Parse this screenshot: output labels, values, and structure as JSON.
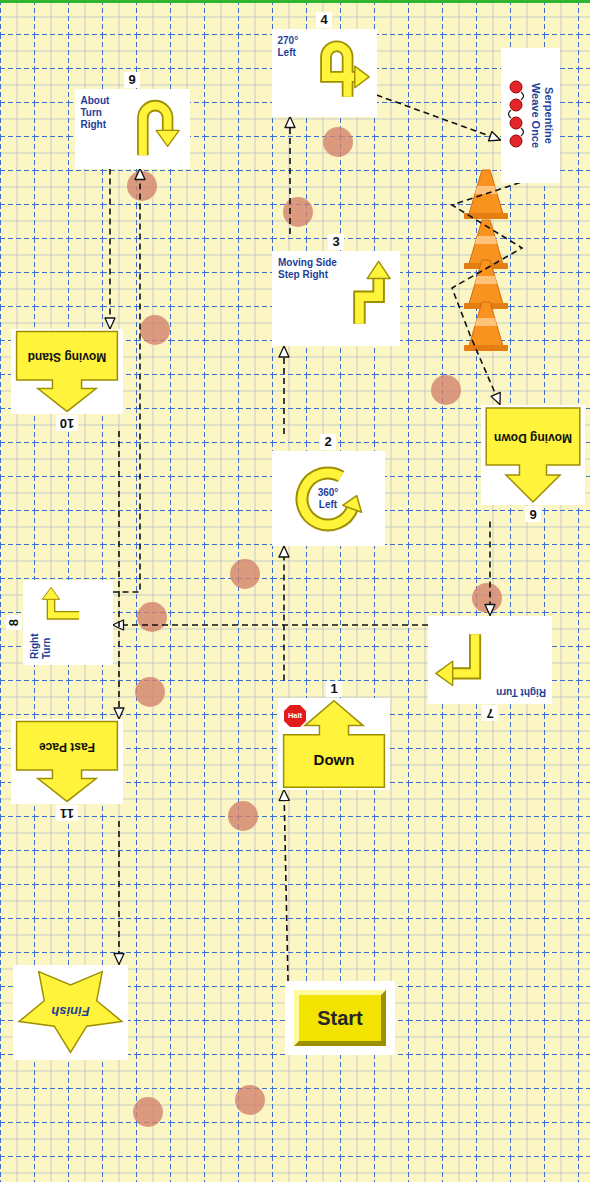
{
  "diagram": {
    "nodes": [
      {
        "text": [
          "Start"
        ]
      },
      {
        "text": [
          "1",
          "Down"
        ]
      },
      {
        "text": [
          "Halt"
        ],
        "in": 1
      },
      {
        "text": [
          "2",
          "360° Left"
        ]
      },
      {
        "text": [
          "3",
          "Moving Side Step Right"
        ]
      },
      {
        "text": [
          "4",
          "270° Left"
        ]
      },
      {
        "text": [
          "Serpentine Weave Once"
        ]
      },
      {
        "text": [
          "6",
          "Moving Down"
        ]
      },
      {
        "text": [
          "7",
          "Right Turn"
        ]
      },
      {
        "text": [
          "8",
          "Right Turn"
        ]
      },
      {
        "text": [
          "9",
          "About Turn Right"
        ]
      },
      {
        "text": [
          "10",
          "Moving Stand"
        ]
      },
      {
        "text": [
          "11",
          "Fast Pace"
        ]
      },
      {
        "text": [
          "Finish"
        ]
      }
    ],
    "edges": [
      {
        "from": 0,
        "to": 1,
        "arrow": "to"
      },
      {
        "from": 1,
        "to": 3,
        "arrow": "to"
      },
      {
        "from": 3,
        "to": 4,
        "arrow": "to"
      },
      {
        "from": 4,
        "to": 5,
        "arrow": "to"
      },
      {
        "from": 5,
        "to": 6,
        "arrow": "to"
      },
      {
        "from": 6,
        "to": 7,
        "arrow": "to"
      },
      {
        "from": 7,
        "to": 8,
        "arrow": "to"
      },
      {
        "from": 8,
        "to": 9,
        "arrow": "to"
      },
      {
        "from": 9,
        "to": 10,
        "arrow": "to"
      },
      {
        "from": 10,
        "to": 11,
        "arrow": "to"
      },
      {
        "from": 11,
        "to": 12,
        "arrow": "to"
      },
      {
        "from": 12,
        "to": 13,
        "arrow": "to"
      }
    ]
  }
}
